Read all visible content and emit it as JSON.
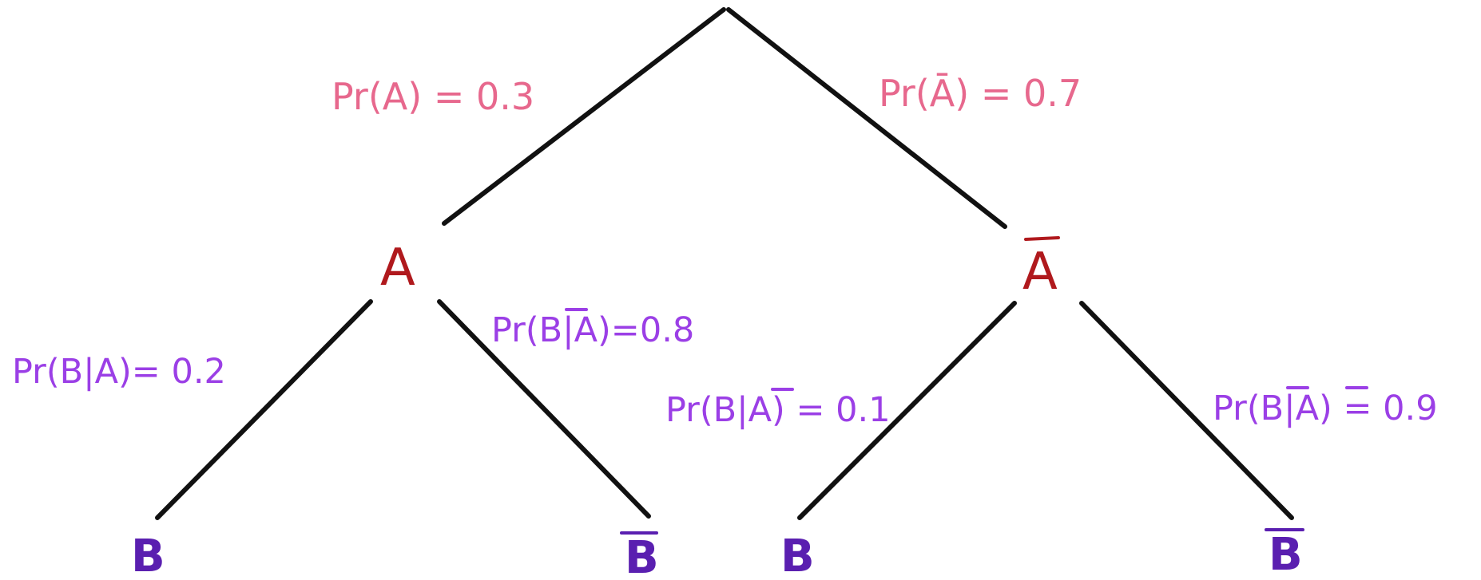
{
  "colors": {
    "line": "#111111",
    "level1_prob": "#e7688d",
    "event_a": "#b0191d",
    "level2_prob": "#9b3fe6",
    "event_b": "#5a1fb0"
  },
  "level1": {
    "left_prob": "Pr(A) = 0.3",
    "right_prob": "Pr(Ā) = 0.7",
    "left_node": "A",
    "right_node": "A"
  },
  "level2": {
    "ll_prob": "Pr(B|A)= 0.2",
    "lr_prob": "Pr(B|A)=0.8",
    "rl_prob": "Pr(B|A) = 0.1",
    "rr_prob": "Pr(B|A) = 0.9",
    "leaf_ll": "B",
    "leaf_lr": "B",
    "leaf_rl": "B",
    "leaf_rr": "B"
  }
}
